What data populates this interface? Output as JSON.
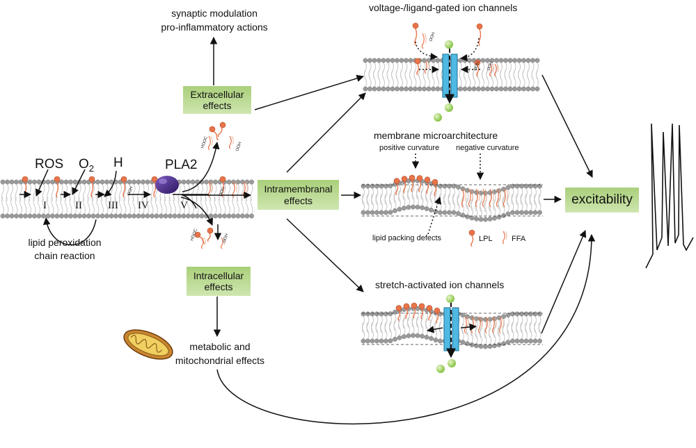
{
  "pathway": {
    "ros": "ROS",
    "o2_main": "O",
    "o2_sub": "2",
    "h": "H",
    "pla2": "PLA2",
    "steps": [
      "I",
      "II",
      "III",
      "IV",
      "V"
    ],
    "chain_reaction_line1": "lipid peroxidation",
    "chain_reaction_line2": "chain reaction",
    "ooh_label": "OOH",
    "hooc_label": "HOOC"
  },
  "boxes": {
    "extracellular_line1": "Extracellular",
    "extracellular_line2": "effects",
    "intramembranal_line1": "Intramembranal",
    "intramembranal_line2": "effects",
    "intracellular_line1": "Intracellular",
    "intracellular_line2": "effects",
    "excitability": "excitability"
  },
  "outcomes": {
    "synaptic_line1": "synaptic modulation",
    "synaptic_line2": "pro-inflammatory actions",
    "metabolic_line1": "metabolic and",
    "metabolic_line2": "mitochondrial effects"
  },
  "panels": {
    "voltage_title": "voltage-/ligand-gated ion channels",
    "micro_title": "membrane microarchitecture",
    "positive_curvature": "positive curvature",
    "negative_curvature": "negative curvature",
    "packing_defects": "lipid packing defects",
    "legend_lpl": "LPL",
    "legend_ffa": "FFA",
    "stretch_title": "stretch-activated ion channels"
  },
  "colors": {
    "box_green": "#a9cf7a",
    "lipid_orange": "#e8744a",
    "channel_blue": "#4fb9e3",
    "ion_green": "#8cc63f",
    "pla2_purple": "#4b2a86",
    "head_gray": "#9a9a9a"
  }
}
